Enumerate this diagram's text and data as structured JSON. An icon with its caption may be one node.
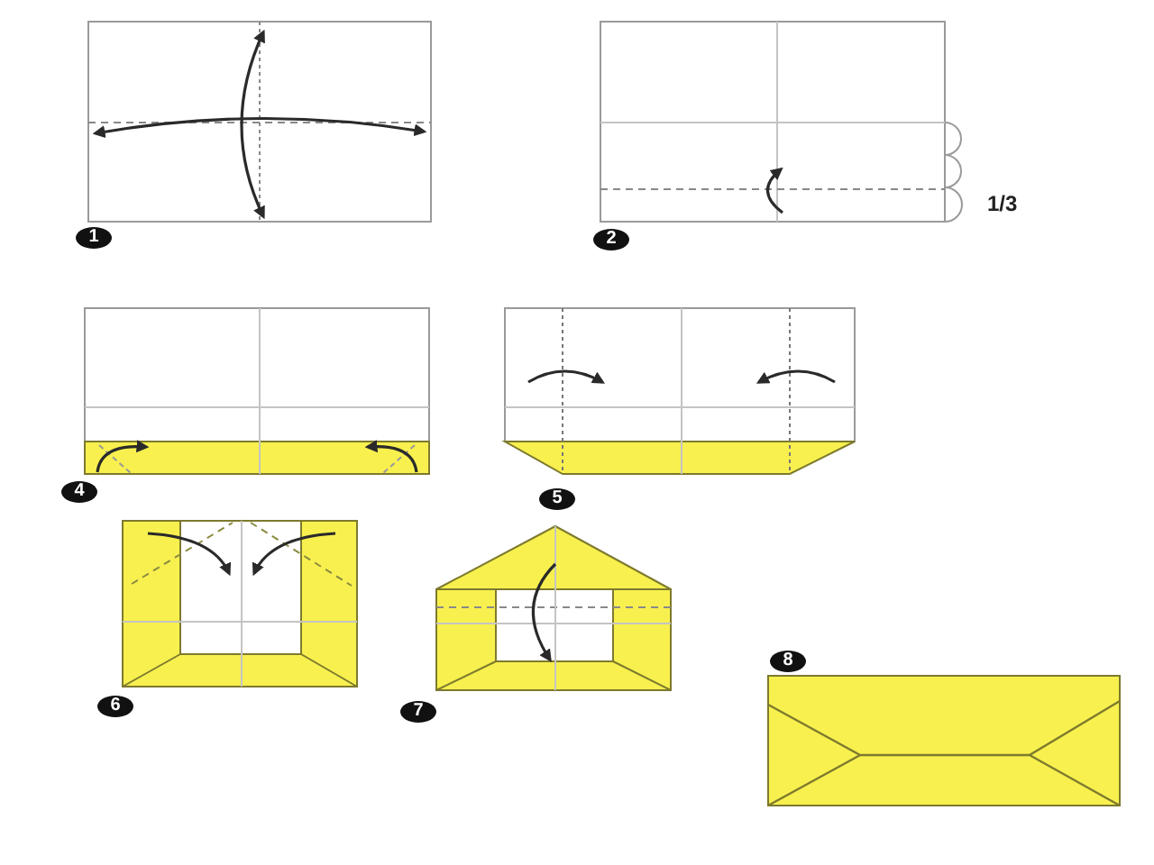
{
  "diagram": {
    "labels": [
      "1",
      "2",
      "1/3",
      "4",
      "5",
      "6",
      "7",
      "8"
    ]
  }
}
